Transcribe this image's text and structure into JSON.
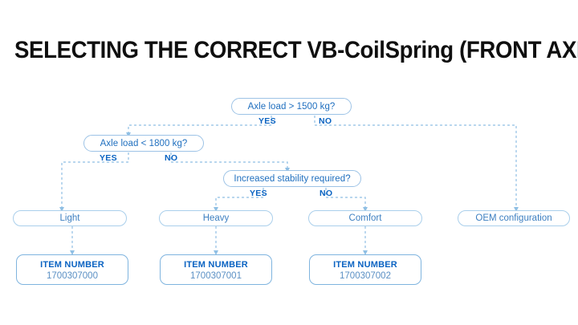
{
  "page": {
    "title": "SELECTING THE CORRECT VB-CoilSpring (FRONT AXLE)",
    "background": "#ffffff"
  },
  "colors": {
    "title_text": "#0f0f0f",
    "decision_border": "#9dc3e6",
    "decision_text": "#1f6fbf",
    "result_border": "#aacfeb",
    "result_text": "#3d7fc1",
    "item_border": "#7fb4df",
    "item_label_text": "#0a63c2",
    "item_value_text": "#5b90c4",
    "edge_label_text": "#0a63c2",
    "connector_line": "#8fbfe4"
  },
  "flowchart": {
    "type": "decision-tree",
    "decisions": [
      {
        "id": "d1",
        "question": "Axle load > 1500 kg?",
        "yes_label": "YES",
        "no_label": "NO",
        "yes_target": "d2",
        "no_target": "r4"
      },
      {
        "id": "d2",
        "question": "Axle load < 1800 kg?",
        "yes_label": "YES",
        "no_label": "NO",
        "yes_target": "r1",
        "no_target": "d3"
      },
      {
        "id": "d3",
        "question": "Increased stability required?",
        "yes_label": "YES",
        "no_label": "NO",
        "yes_target": "r2",
        "no_target": "r3"
      }
    ],
    "results": [
      {
        "id": "r1",
        "label": "Light"
      },
      {
        "id": "r2",
        "label": "Heavy"
      },
      {
        "id": "r3",
        "label": "Comfort"
      },
      {
        "id": "r4",
        "label": "OEM configuration"
      }
    ],
    "items": [
      {
        "id": "i1",
        "label": "ITEM NUMBER",
        "value": "1700307000",
        "from": "r1"
      },
      {
        "id": "i2",
        "label": "ITEM NUMBER",
        "value": "1700307001",
        "from": "r2"
      },
      {
        "id": "i3",
        "label": "ITEM NUMBER",
        "value": "1700307002",
        "from": "r3"
      }
    ]
  }
}
